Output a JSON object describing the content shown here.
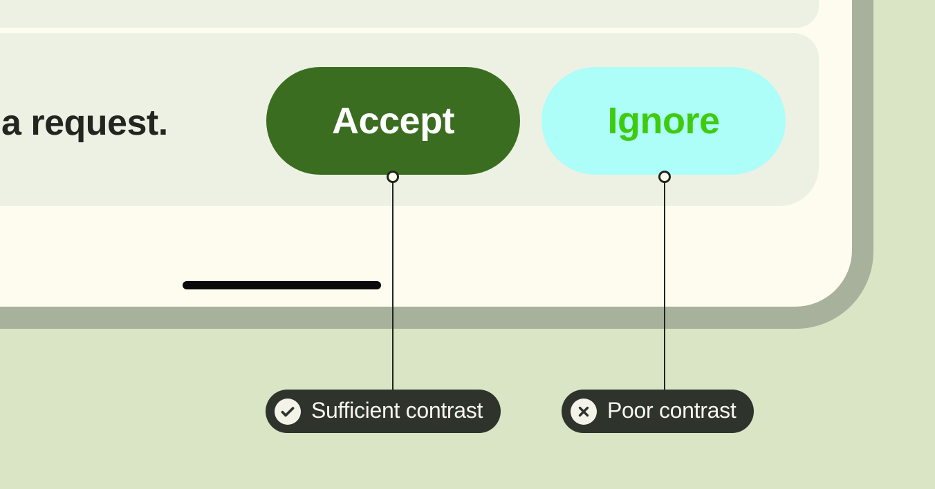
{
  "page": {
    "background_color": "#d9e5c5"
  },
  "phone": {
    "frame_color": "#a7b19b",
    "screen_color": "#fdfcef",
    "card_color": "#edf1e3",
    "message_text": "a request.",
    "message_text_color": "#212621",
    "home_indicator_color": "#0a0a0a",
    "buttons": [
      {
        "label": "Accept",
        "background": "#3b6d20",
        "text_color": "#ffffff"
      },
      {
        "label": "Ignore",
        "background": "#adfdf8",
        "text_color": "#3ecb0e"
      }
    ]
  },
  "annotations": {
    "connector_color": "#20241f",
    "pill_background": "#2e332c",
    "pill_text_color": "#f7f6ee",
    "icon_circle_color": "#f4f3ea",
    "items": [
      {
        "label": "Sufficient contrast",
        "icon": "check-icon",
        "target": "Accept"
      },
      {
        "label": "Poor contrast",
        "icon": "cross-icon",
        "target": "Ignore"
      }
    ]
  }
}
